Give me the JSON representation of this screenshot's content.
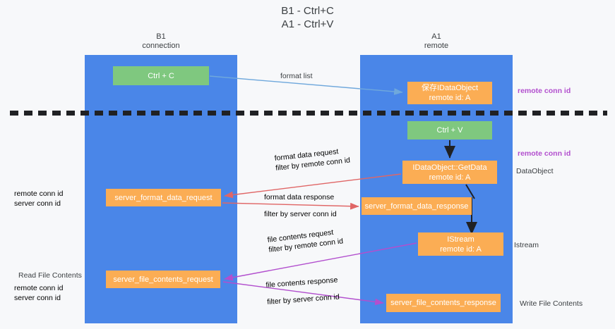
{
  "title": "B1 - Ctrl+C\nA1 - Ctrl+V",
  "colors": {
    "lane": "#4a86e8",
    "green_node": "#7fc87f",
    "orange_node": "#fbad54",
    "remote_conn_id": "#b24fce",
    "server_conn_id": "#6aa84f",
    "arrow_blue": "#6fa8dc",
    "arrow_red": "#e06666",
    "arrow_purple": "#b24fce",
    "arrow_dark": "#202124",
    "background": "#f7f8fa"
  },
  "columns": {
    "left": {
      "name": "B1",
      "role": "connection"
    },
    "right": {
      "name": "A1",
      "role": "remote"
    }
  },
  "nodes": {
    "ctrl_c": {
      "label": "Ctrl + C"
    },
    "ido_remote": {
      "line1": "保存IDataObject",
      "line2": "remote id: A"
    },
    "ctrl_v": {
      "label": "Ctrl + V"
    },
    "getdata": {
      "line1": "IDataObject::GetData",
      "line2": "remote id: A"
    },
    "server_format_data_request": {
      "label": "server_format_data_request"
    },
    "server_format_data_response": {
      "label": "server_format_data_response"
    },
    "istream": {
      "line1": "IStream",
      "line2": "remote id: A"
    },
    "server_file_contents_request": {
      "label": "server_file_contents_request"
    },
    "server_file_contents_response": {
      "label": "server_file_contents_response"
    }
  },
  "edges": {
    "format_list": {
      "label": "format list"
    },
    "format_data_request": {
      "line1": "format data request",
      "filter_prefix": "filter by ",
      "filter_key": "remote conn id"
    },
    "format_data_response": {
      "line1": "format data response",
      "filter_prefix": "filter by ",
      "filter_key": "server conn id"
    },
    "file_contents_request": {
      "line1": "file contents request",
      "filter_prefix": "filter by ",
      "filter_key": "remote conn id"
    },
    "file_contents_response": {
      "line1": "file contents response",
      "filter_prefix": "filter by ",
      "filter_key": "server conn id"
    }
  },
  "annotations": {
    "right_remote_conn_id_top": "remote conn id",
    "right_remote_conn_id_mid": "remote conn id",
    "right_dataobject": "DataObject",
    "right_istream": "Istream",
    "right_write_file_contents": "Write File Contents",
    "left_remote_conn_id_mid": "remote conn id",
    "left_server_conn_id_mid": "server conn id",
    "left_read_file_contents": "Read File Contents",
    "left_remote_conn_id_bottom": "remote conn id",
    "left_server_conn_id_bottom": "server conn id"
  }
}
